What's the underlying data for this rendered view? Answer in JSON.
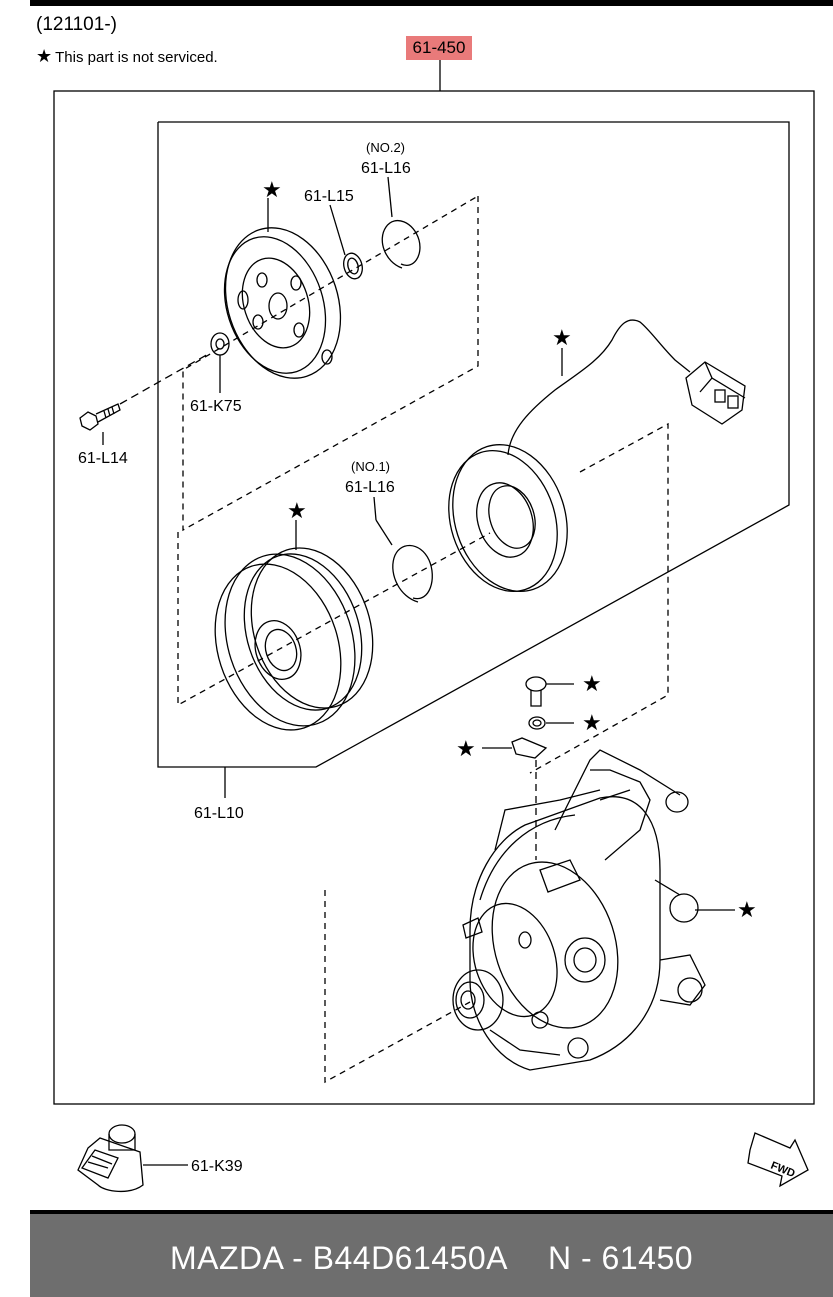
{
  "header": {
    "revision": "(121101-)",
    "note_star": "★",
    "note_text": "This part is not serviced.",
    "assembly_tag": "61-450"
  },
  "callouts": {
    "clutch_hub": "61-L15",
    "snap_ring_no2_qualifier": "(NO.2)",
    "snap_ring_no2": "61-L16",
    "shim": "61-K75",
    "bolt": "61-L14",
    "snap_ring_no1_qualifier": "(NO.1)",
    "snap_ring_no1": "61-L16",
    "clutch_assembly": "61-L10",
    "cap": "61-K39",
    "star": "★"
  },
  "fwd_icon": "FWD",
  "footer": {
    "brand_part": "MAZDA - B44D61450A",
    "ref": "N - 61450"
  },
  "colors": {
    "tag_bg": "#e97a7a",
    "footer_bg": "#6e6e6e",
    "footer_text": "#ffffff"
  }
}
